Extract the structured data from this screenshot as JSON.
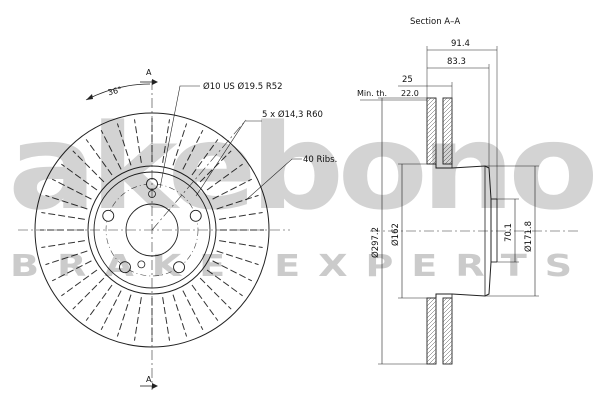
{
  "section_title": "Section A–A",
  "section_marker": "A",
  "angle_label": "36°",
  "callouts": {
    "holes": "Ø10 US Ø19.5 R52",
    "bolt_circle": "5 x Ø14,3 R60",
    "ribs": "40 Ribs."
  },
  "dimensions": {
    "overall_thickness": "91.4",
    "hat_depth": "83.3",
    "rotor_thickness": "25",
    "min_thickness_label": "Min. th.",
    "min_thickness": "22.0",
    "outer_diameter": "Ø297.2",
    "hat_diameter": "Ø162",
    "center_bore": "70.1",
    "hat_outer_diameter": "Ø171.8"
  },
  "watermark": {
    "brand": "akebono",
    "tagline": "BRAKE EXPERTS"
  },
  "rib_count": 40,
  "bolt_hole_count": 5
}
